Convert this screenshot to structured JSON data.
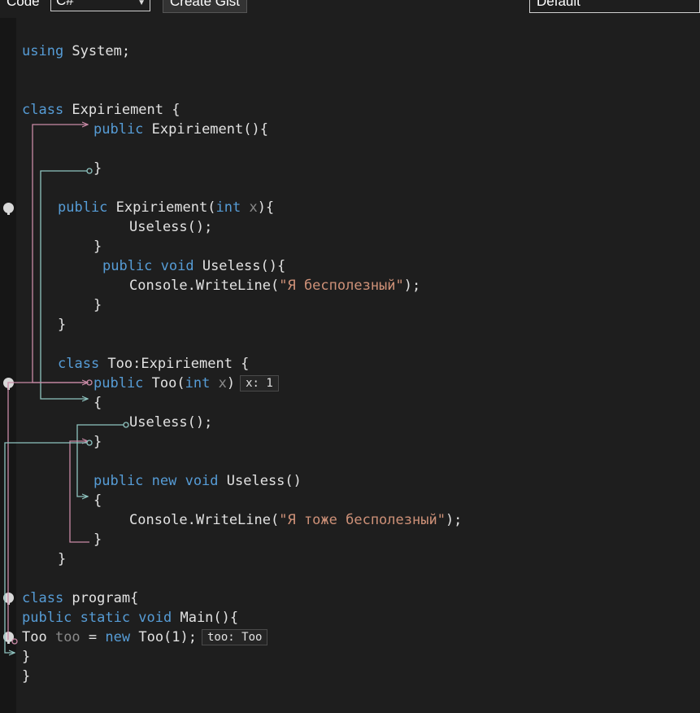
{
  "toolbar": {
    "code_label": "Code",
    "language": "C#",
    "create_gist": "Create Gist",
    "theme": "Default"
  },
  "code": {
    "l1_kw": "using",
    "l1_rest": " System;",
    "l2_kw": "class",
    "l2_rest": " Expiriement {",
    "l3_kw": "public",
    "l3_rest": " Expiriement(){",
    "l4": "}",
    "l5_kw": "public",
    "l5_a": " Expiriement(",
    "l5_type": "int",
    "l5_param": " x",
    "l5_b": "){",
    "l6": "Useless();",
    "l7": "}",
    "l8_kw": "public void",
    "l8_rest": " Useless(){",
    "l9_a": "Console.WriteLine(",
    "l9_str": "\"Я бесполезный\"",
    "l9_b": ");",
    "l10": "}",
    "l11": "}",
    "l12_kw": "class",
    "l12_rest": " Too:Expiriement {",
    "l13_kw": "public",
    "l13_a": " Too(",
    "l13_type": "int",
    "l13_param": " x",
    "l13_b": ")",
    "l13_hint": "x: 1",
    "l14": "{",
    "l15": "Useless();",
    "l16": "}",
    "l17_kw": "public new void",
    "l17_rest": " Useless()",
    "l18": "{",
    "l19_a": "Console.WriteLine(",
    "l19_str": "\"Я тоже бесполезный\"",
    "l19_b": ");",
    "l20": "}",
    "l21": "}",
    "l22_kw": "class",
    "l22_rest": " program{",
    "l23_kw": "public static void",
    "l23_rest": " Main(){",
    "l24_a": "Too ",
    "l24_var": "too",
    "l24_b": " = ",
    "l24_kw": "new",
    "l24_c": " Too(1);",
    "l24_hint": "too: Too",
    "l25": "}",
    "l26": "}"
  },
  "colors": {
    "keyword": "#569cd6",
    "string": "#ce9178",
    "arrow_pink": "#c98aa6",
    "arrow_teal": "#8fc4c0"
  }
}
